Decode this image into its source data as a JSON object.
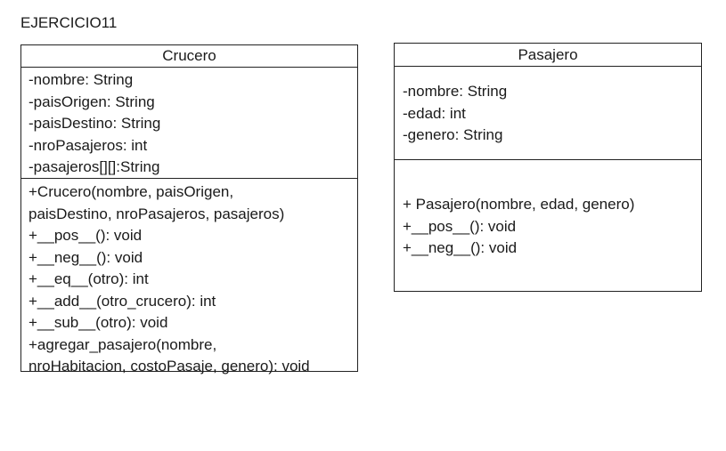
{
  "title": "EJERCICIO11",
  "classes": {
    "crucero": {
      "name": "Crucero",
      "attributes": [
        "-nombre: String",
        "-paisOrigen: String",
        "-paisDestino: String",
        "-nroPasajeros: int",
        "-pasajeros[][]:String"
      ],
      "methods": [
        "+Crucero(nombre, paisOrigen,",
        "paisDestino, nroPasajeros, pasajeros)",
        "+__pos__(): void",
        "+__neg__(): void",
        "+__eq__(otro): int",
        "+__add__(otro_crucero): int",
        "+__sub__(otro): void",
        "+agregar_pasajero(nombre,",
        "nroHabitacion, costoPasaje, genero): void"
      ]
    },
    "pasajero": {
      "name": "Pasajero",
      "attributes": [
        "-nombre: String",
        "-edad: int",
        "-genero: String"
      ],
      "methods": [
        "+ Pasajero(nombre, edad, genero)",
        "+__pos__(): void",
        "+__neg__(): void"
      ]
    }
  }
}
